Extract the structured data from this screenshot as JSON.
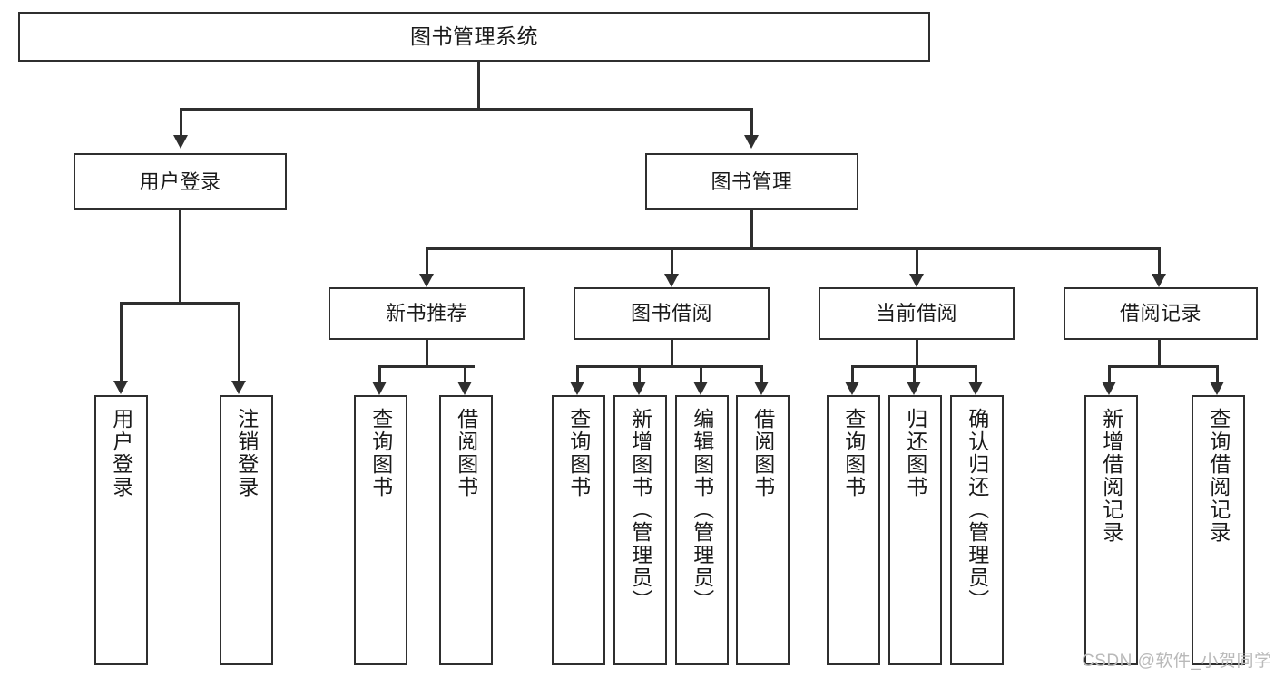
{
  "diagram": {
    "title": "图书管理系统",
    "watermark": "CSDN @软件_小贺同学",
    "accent_color": "#2f2f2f",
    "background_color": "#ffffff",
    "type": "tree-hierarchy-functional-decomposition",
    "levels": 4
  },
  "nodes": {
    "root": {
      "label": "图书管理系统"
    },
    "level2": [
      {
        "label": "用户登录"
      },
      {
        "label": "图书管理"
      }
    ],
    "level3": [
      {
        "label": "新书推荐"
      },
      {
        "label": "图书借阅"
      },
      {
        "label": "当前借阅"
      },
      {
        "label": "借阅记录"
      }
    ],
    "leaves_user_login": [
      {
        "label": "用户登录"
      },
      {
        "label": "注销登录"
      }
    ],
    "leaves_new_book": [
      {
        "label": "查询图书"
      },
      {
        "label": "借阅图书"
      }
    ],
    "leaves_borrow": [
      {
        "label": "查询图书"
      },
      {
        "label": "新增图书（管理员）"
      },
      {
        "label": "编辑图书（管理员）"
      },
      {
        "label": "借阅图书"
      }
    ],
    "leaves_current": [
      {
        "label": "查询图书"
      },
      {
        "label": "归还图书"
      },
      {
        "label": "确认归还（管理员）"
      }
    ],
    "leaves_record": [
      {
        "label": "新增借阅记录"
      },
      {
        "label": "查询借阅记录"
      }
    ]
  }
}
